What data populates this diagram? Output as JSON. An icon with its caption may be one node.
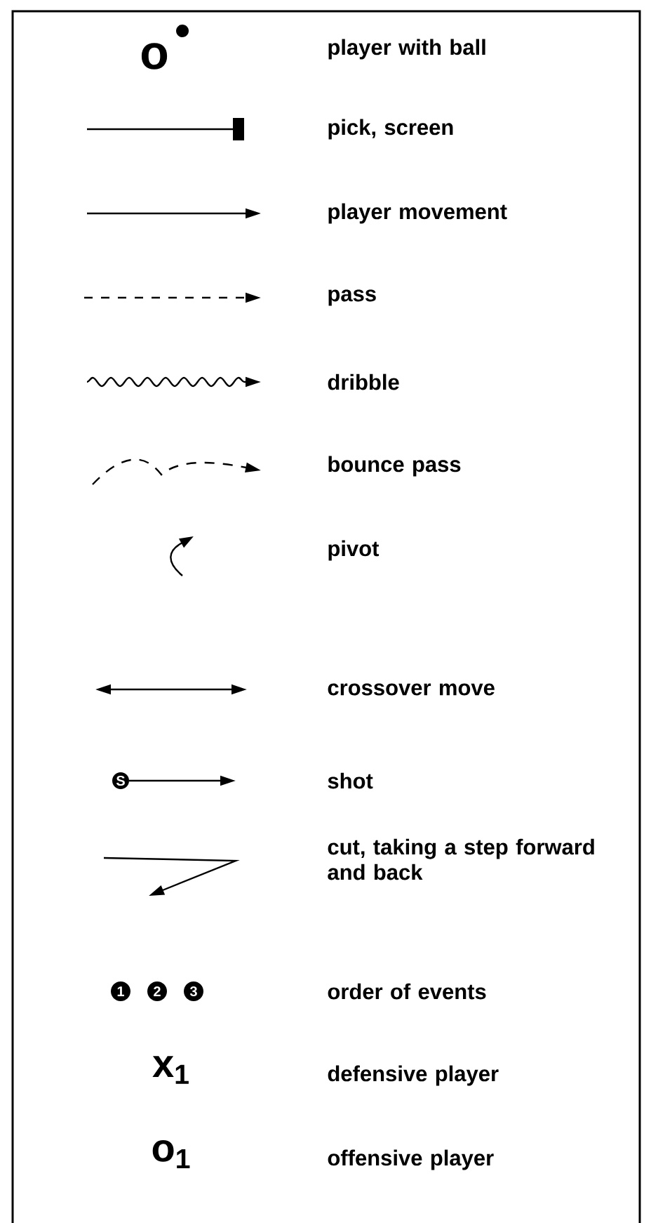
{
  "diagram": {
    "labels": [
      "o",
      "S",
      "1",
      "2",
      "3",
      "x$_{1}$",
      "o$_{1}$"
    ],
    "legend": [
      {
        "text": "player with ball"
      },
      {
        "text": "pick, screen"
      },
      {
        "text": "player movement"
      },
      {
        "text": "pass"
      },
      {
        "text": "dribble"
      },
      {
        "text": "bounce pass"
      },
      {
        "text": "pivot"
      },
      {
        "text": "crossover move"
      },
      {
        "text": "shot"
      },
      {
        "text": "cut, taking a step forward and back"
      },
      {
        "text": "order of events"
      },
      {
        "text": "defensive player"
      },
      {
        "text": "offensive player"
      }
    ]
  }
}
